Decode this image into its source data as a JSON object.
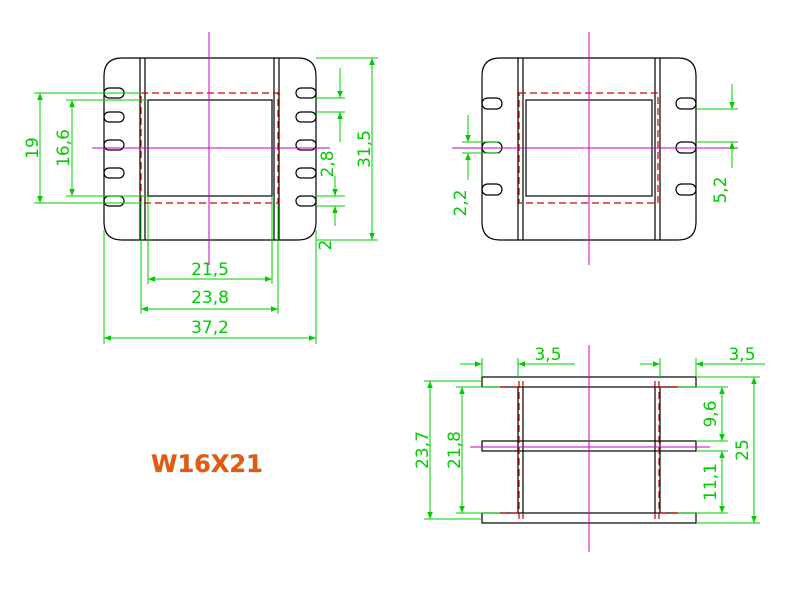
{
  "title": "W16X21",
  "colors": {
    "outline": "#000000",
    "hidden_edge": "#cc0000",
    "center_line": "#cc00cc",
    "dimension": "#00cc00",
    "title": "#e8590c"
  },
  "front_view": {
    "dims": {
      "height_19": "19",
      "height_16_6": "16,6",
      "slot_2_8": "2,8",
      "overall_31_5": "31,5",
      "slot_2": "2",
      "width_21_5": "21,5",
      "width_23_8": "23,8",
      "width_37_2": "37,2"
    }
  },
  "back_view": {
    "dims": {
      "slot_2_2": "2,2",
      "slot_5_2": "5,2"
    }
  },
  "side_view": {
    "dims": {
      "flange_left_3_5": "3,5",
      "flange_right_3_5": "3,5",
      "height_23_7": "23,7",
      "height_21_8": "21,8",
      "upper_9_6": "9,6",
      "lower_11_1": "11,1",
      "overall_25": "25"
    }
  }
}
